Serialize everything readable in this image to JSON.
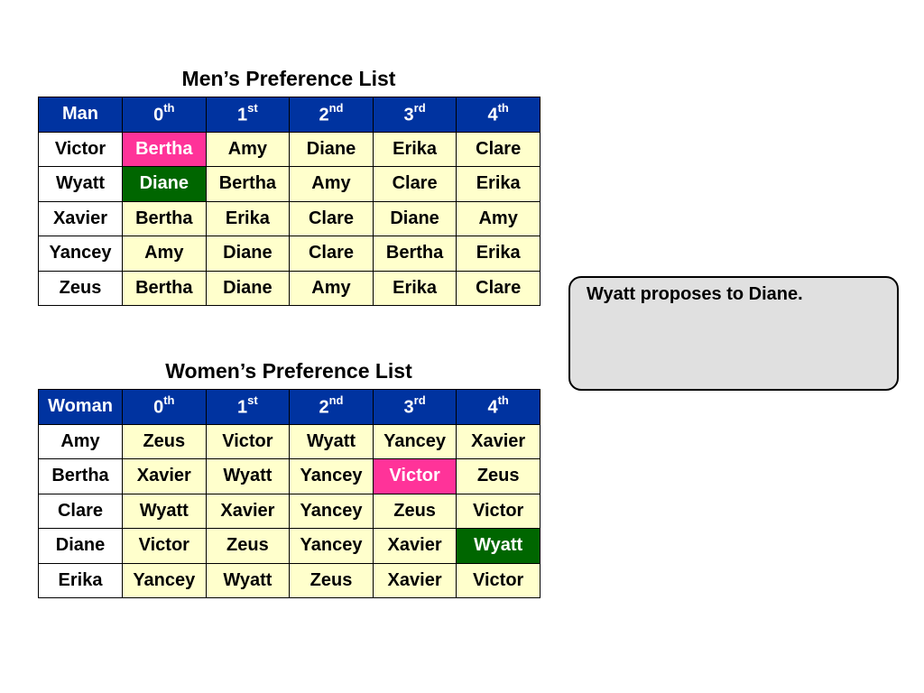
{
  "men": {
    "title": "Men’s Preference List",
    "header": [
      {
        "base": "Man",
        "sup": ""
      },
      {
        "base": "0",
        "sup": "th"
      },
      {
        "base": "1",
        "sup": "st"
      },
      {
        "base": "2",
        "sup": "nd"
      },
      {
        "base": "3",
        "sup": "rd"
      },
      {
        "base": "4",
        "sup": "th"
      }
    ],
    "rows": [
      {
        "name": "Victor",
        "prefs": [
          "Bertha",
          "Amy",
          "Diane",
          "Erika",
          "Clare"
        ],
        "highlight": {
          "index": 0,
          "color": "pink"
        }
      },
      {
        "name": "Wyatt",
        "prefs": [
          "Diane",
          "Bertha",
          "Amy",
          "Clare",
          "Erika"
        ],
        "highlight": {
          "index": 0,
          "color": "green"
        }
      },
      {
        "name": "Xavier",
        "prefs": [
          "Bertha",
          "Erika",
          "Clare",
          "Diane",
          "Amy"
        ]
      },
      {
        "name": "Yancey",
        "prefs": [
          "Amy",
          "Diane",
          "Clare",
          "Bertha",
          "Erika"
        ]
      },
      {
        "name": "Zeus",
        "prefs": [
          "Bertha",
          "Diane",
          "Amy",
          "Erika",
          "Clare"
        ]
      }
    ]
  },
  "women": {
    "title": "Women’s Preference List",
    "header": [
      {
        "base": "Woman",
        "sup": ""
      },
      {
        "base": "0",
        "sup": "th"
      },
      {
        "base": "1",
        "sup": "st"
      },
      {
        "base": "2",
        "sup": "nd"
      },
      {
        "base": "3",
        "sup": "rd"
      },
      {
        "base": "4",
        "sup": "th"
      }
    ],
    "rows": [
      {
        "name": "Amy",
        "prefs": [
          "Zeus",
          "Victor",
          "Wyatt",
          "Yancey",
          "Xavier"
        ]
      },
      {
        "name": "Bertha",
        "prefs": [
          "Xavier",
          "Wyatt",
          "Yancey",
          "Victor",
          "Zeus"
        ],
        "highlight": {
          "index": 3,
          "color": "pink"
        }
      },
      {
        "name": "Clare",
        "prefs": [
          "Wyatt",
          "Xavier",
          "Yancey",
          "Zeus",
          "Victor"
        ]
      },
      {
        "name": "Diane",
        "prefs": [
          "Victor",
          "Zeus",
          "Yancey",
          "Xavier",
          "Wyatt"
        ],
        "highlight": {
          "index": 4,
          "color": "green"
        }
      },
      {
        "name": "Erika",
        "prefs": [
          "Yancey",
          "Wyatt",
          "Zeus",
          "Xavier",
          "Victor"
        ]
      }
    ]
  },
  "note": {
    "text": "Wyatt proposes to Diane."
  },
  "colors": {
    "header_bg": "#0033a0",
    "cell_bg": "#ffffcc",
    "highlight_pink": "#ff3399",
    "highlight_green": "#006600"
  }
}
